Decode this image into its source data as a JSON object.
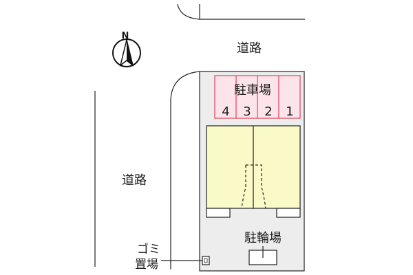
{
  "compass": {
    "label": "N",
    "icon": "north-arrow-icon"
  },
  "roads": {
    "north_label": "道路",
    "west_label": "道路"
  },
  "parking": {
    "label": "駐車場",
    "spaces": [
      "4",
      "3",
      "2",
      "1"
    ],
    "color": "#fde4ea",
    "outline": "#e0405a"
  },
  "building": {
    "color": "#fafac8"
  },
  "lot": {
    "color": "#ededed"
  },
  "bicycle_parking": {
    "label": "駐輪場"
  },
  "garbage": {
    "label_top": "ゴミ",
    "label_bottom": "置場"
  }
}
